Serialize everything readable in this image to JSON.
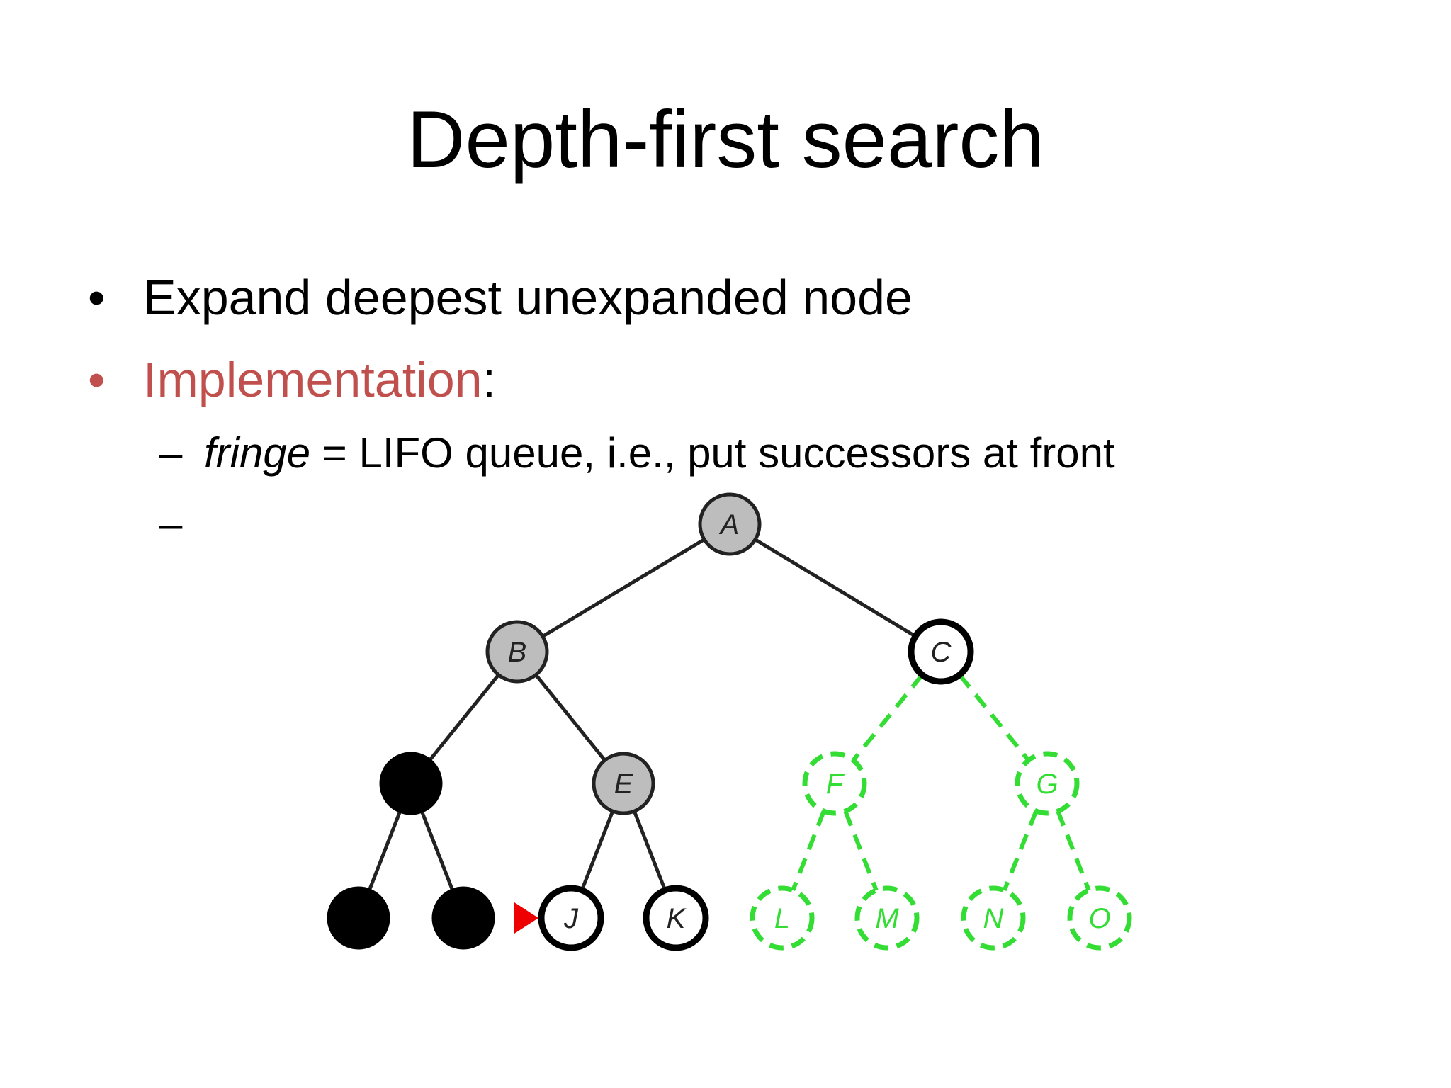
{
  "slide": {
    "title": "Depth-first search",
    "bullets": [
      {
        "marker": "•",
        "text": "Expand deepest unexpanded node"
      },
      {
        "marker": "•",
        "text_accent": "Implementation",
        "text_rest": ":"
      }
    ],
    "sub_bullets": [
      {
        "marker": "–",
        "italic": "fringe",
        "rest": " = LIFO queue, i.e., put successors at front"
      },
      {
        "marker": "–",
        "text": ""
      }
    ],
    "colors": {
      "accent": "#c0504d",
      "expanded_fill": "#bdbdbd",
      "removed_fill": "#000000",
      "unexplored_stroke": "#33dd33",
      "frontier_stroke": "#000000",
      "pointer": "#ee0000"
    }
  },
  "tree": {
    "nodes": [
      {
        "id": "A",
        "label": "A",
        "state": "expanded"
      },
      {
        "id": "B",
        "label": "B",
        "state": "expanded"
      },
      {
        "id": "C",
        "label": "C",
        "state": "frontier"
      },
      {
        "id": "D",
        "label": "",
        "state": "removed"
      },
      {
        "id": "E",
        "label": "E",
        "state": "expanded"
      },
      {
        "id": "F",
        "label": "F",
        "state": "unexplored"
      },
      {
        "id": "G",
        "label": "G",
        "state": "unexplored"
      },
      {
        "id": "H",
        "label": "",
        "state": "removed"
      },
      {
        "id": "I",
        "label": "",
        "state": "removed"
      },
      {
        "id": "J",
        "label": "J",
        "state": "frontier",
        "current": true
      },
      {
        "id": "K",
        "label": "K",
        "state": "frontier"
      },
      {
        "id": "L",
        "label": "L",
        "state": "unexplored"
      },
      {
        "id": "M",
        "label": "M",
        "state": "unexplored"
      },
      {
        "id": "N",
        "label": "N",
        "state": "unexplored"
      },
      {
        "id": "O",
        "label": "O",
        "state": "unexplored"
      }
    ],
    "edges": [
      [
        "A",
        "B"
      ],
      [
        "A",
        "C"
      ],
      [
        "B",
        "D"
      ],
      [
        "B",
        "E"
      ],
      [
        "C",
        "F"
      ],
      [
        "C",
        "G"
      ],
      [
        "D",
        "H"
      ],
      [
        "D",
        "I"
      ],
      [
        "E",
        "J"
      ],
      [
        "E",
        "K"
      ],
      [
        "F",
        "L"
      ],
      [
        "F",
        "M"
      ],
      [
        "G",
        "N"
      ],
      [
        "G",
        "O"
      ]
    ]
  }
}
